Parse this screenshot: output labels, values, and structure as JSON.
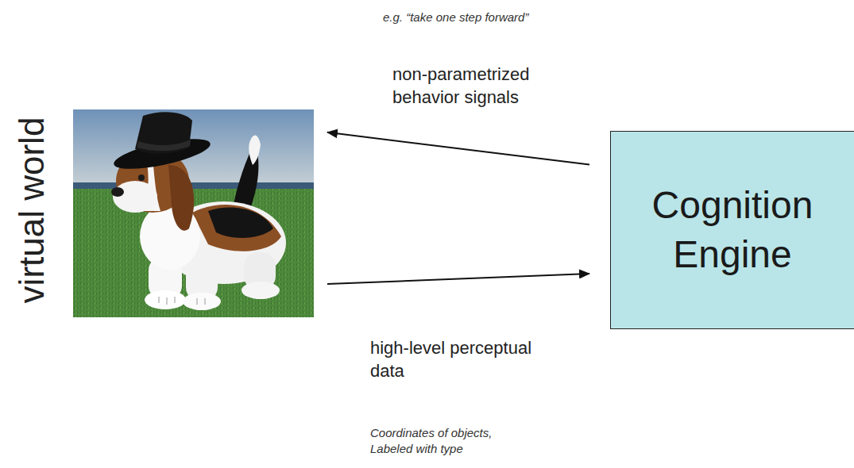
{
  "diagram": {
    "nodes": [
      {
        "text": [
          "virtual world"
        ]
      },
      {
        "text": [
          "Cognition Engine"
        ]
      }
    ],
    "edges": [
      {
        "from": 1,
        "to": 0,
        "arrow": "to",
        "label": "non-parametrized behavior signals"
      },
      {
        "from": 0,
        "to": 1,
        "arrow": "to",
        "label": "high-level perceptual data"
      }
    ],
    "labels": [
      "e.g. “take one step forward”",
      "Coordinates of objects, Labeled with type"
    ]
  }
}
